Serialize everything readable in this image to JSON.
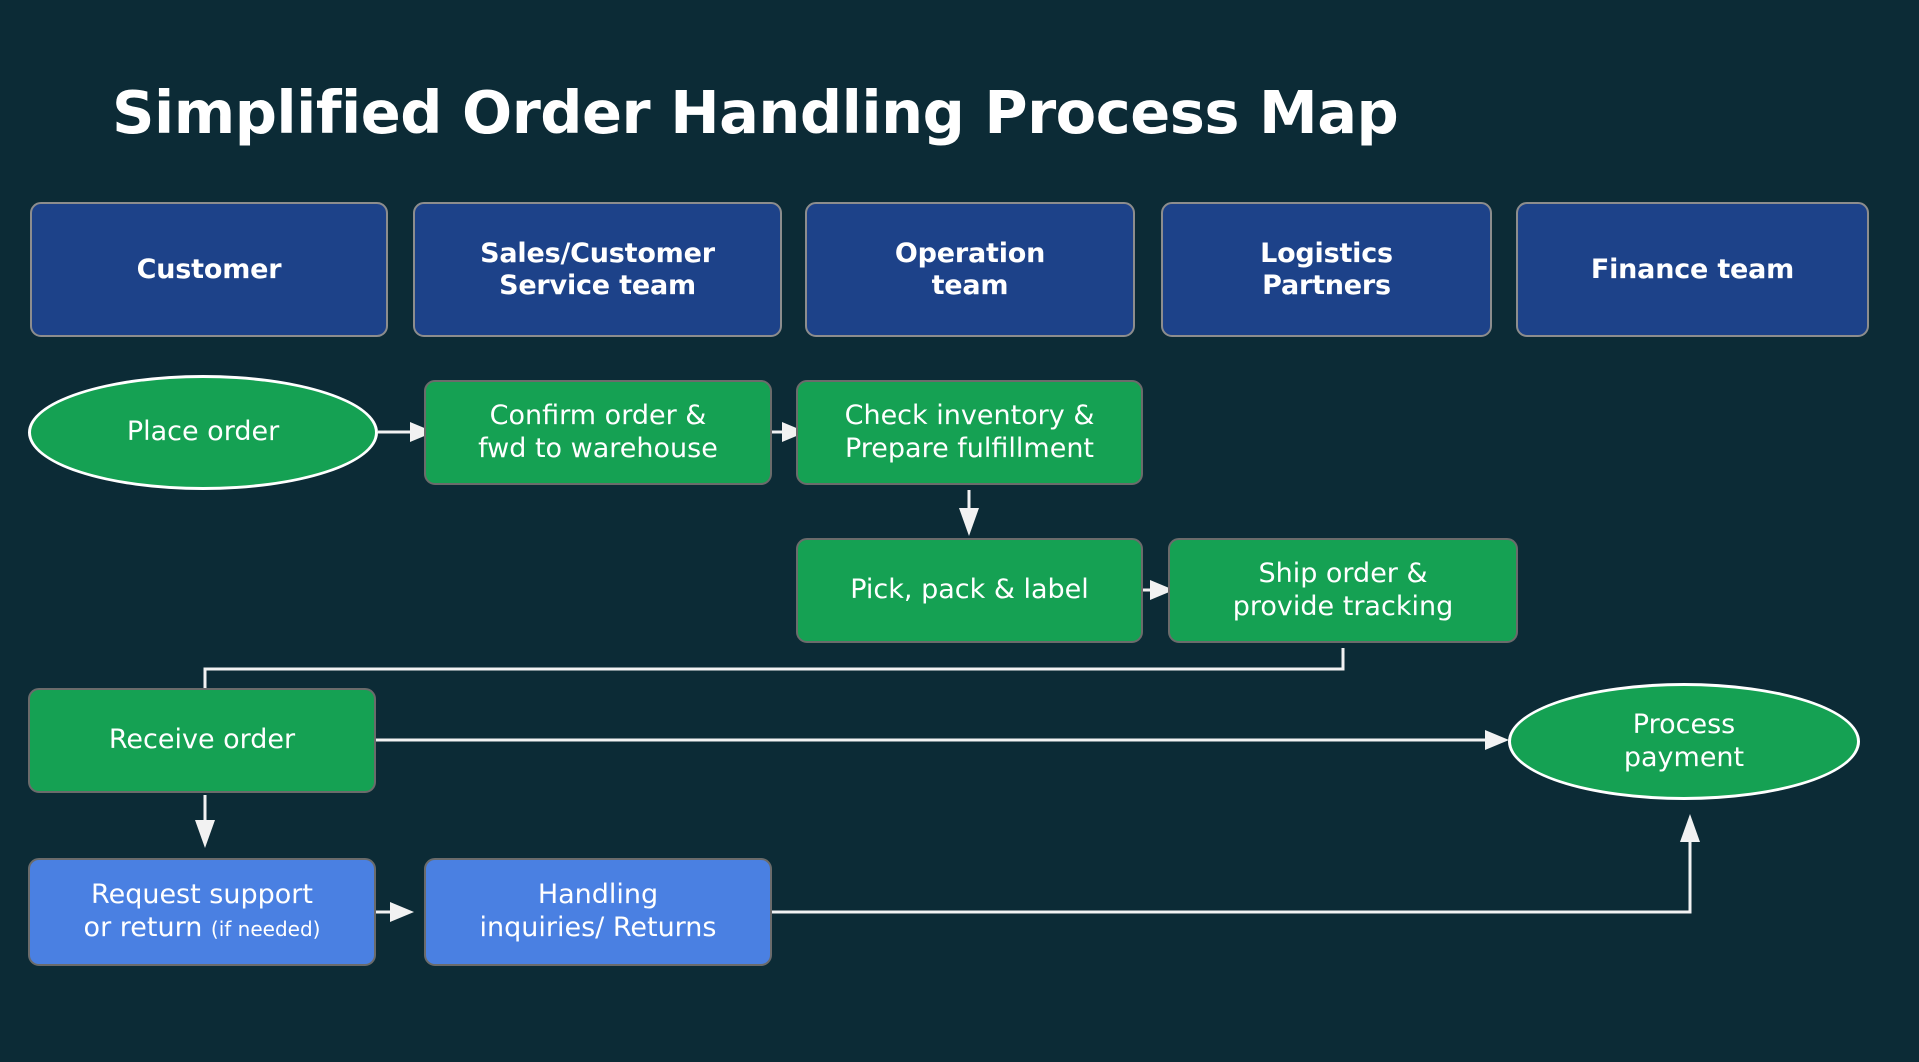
{
  "page": {
    "title": "Simplified Order Handling Process Map",
    "background_color": "#0c2b36"
  },
  "colors": {
    "background": "#0c2b36",
    "lane_header": "#1d4289",
    "process_green": "#15a153",
    "process_blue": "#4a80e2",
    "connector": "#f2f2f2",
    "text": "#ffffff"
  },
  "lanes": [
    {
      "label": "Customer"
    },
    {
      "label": "Sales/Customer\nService team"
    },
    {
      "label": "Operation\nteam"
    },
    {
      "label": "Logistics\nPartners"
    },
    {
      "label": "Finance team"
    }
  ],
  "nodes": [
    {
      "id": "place-order",
      "label": "Place order",
      "shape": "ellipse",
      "color": "green",
      "lane": "Customer"
    },
    {
      "id": "confirm-order",
      "label": "Confirm order &\nfwd to warehouse",
      "shape": "rect",
      "color": "green",
      "lane": "Sales/Customer Service team"
    },
    {
      "id": "check-inventory",
      "label": "Check inventory &\nPrepare fulfillment",
      "shape": "rect",
      "color": "green",
      "lane": "Operation team"
    },
    {
      "id": "pick-pack-label",
      "label": "Pick, pack & label",
      "shape": "rect",
      "color": "green",
      "lane": "Operation team"
    },
    {
      "id": "ship-order",
      "label": "Ship order &\nprovide tracking",
      "shape": "rect",
      "color": "green",
      "lane": "Logistics Partners"
    },
    {
      "id": "receive-order",
      "label": "Receive order",
      "shape": "rect",
      "color": "green",
      "lane": "Customer"
    },
    {
      "id": "process-payment",
      "label": "Process\npayment",
      "shape": "ellipse",
      "color": "green",
      "lane": "Finance team"
    },
    {
      "id": "request-support",
      "label": "Request support\nor return",
      "note": "(if needed)",
      "shape": "rect",
      "color": "blue",
      "lane": "Customer"
    },
    {
      "id": "handling-inquiries",
      "label": "Handling\ninquiries/ Returns",
      "shape": "rect",
      "color": "blue",
      "lane": "Sales/Customer Service team"
    }
  ],
  "flows": [
    {
      "from": "place-order",
      "to": "confirm-order"
    },
    {
      "from": "confirm-order",
      "to": "check-inventory"
    },
    {
      "from": "check-inventory",
      "to": "pick-pack-label"
    },
    {
      "from": "pick-pack-label",
      "to": "ship-order"
    },
    {
      "from": "ship-order",
      "to": "receive-order"
    },
    {
      "from": "receive-order",
      "to": "process-payment"
    },
    {
      "from": "receive-order",
      "to": "request-support"
    },
    {
      "from": "request-support",
      "to": "handling-inquiries"
    },
    {
      "from": "handling-inquiries",
      "to": "process-payment"
    }
  ]
}
